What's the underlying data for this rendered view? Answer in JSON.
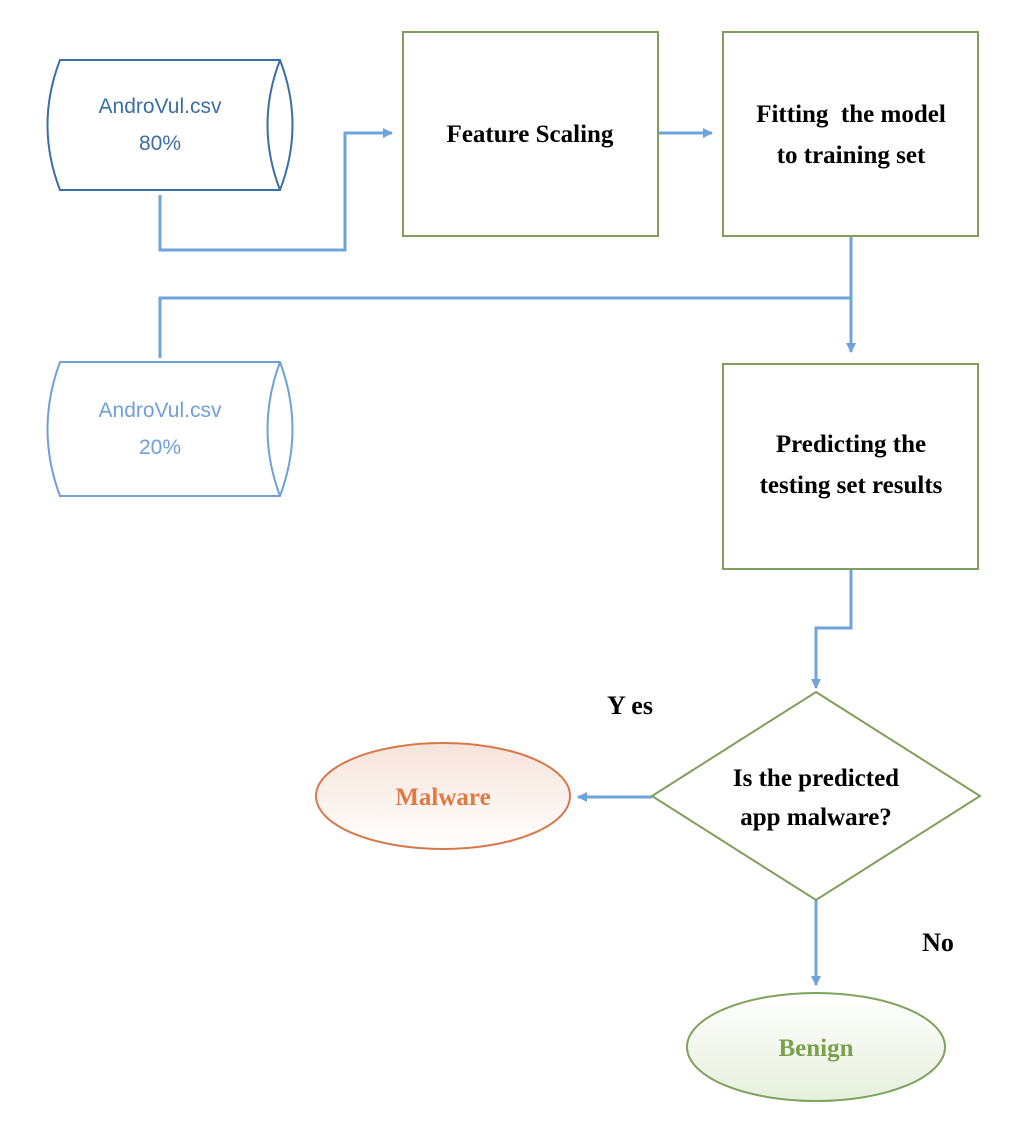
{
  "nodes": {
    "train_data": {
      "line1": "AndroVul.csv",
      "line2": "80%"
    },
    "test_data": {
      "line1": "AndroVul.csv",
      "line2": "20%"
    },
    "feature_scaling": {
      "label": "Feature Scaling"
    },
    "fit_model": {
      "line1": "Fitting  the model",
      "line2": "to training set"
    },
    "predict": {
      "line1": "Predicting the",
      "line2": "testing set results"
    },
    "decision": {
      "line1": "Is the predicted",
      "line2": "app malware?"
    },
    "malware": {
      "label": "Malware"
    },
    "benign": {
      "label": "Benign"
    }
  },
  "edge_labels": {
    "yes": "Y es",
    "no": "No"
  },
  "colors": {
    "box_border": "#7f9f5a",
    "cylinder_dark": "#3a6ea5",
    "cylinder_light": "#6fa0d8",
    "arrow": "#6ea3dc",
    "malware_border": "#d8784a",
    "malware_text": "#e07a45",
    "benign_border": "#7ea35c",
    "benign_text": "#7aa14e",
    "decision_border": "#7f9f5a",
    "text_dark": "#000000"
  }
}
